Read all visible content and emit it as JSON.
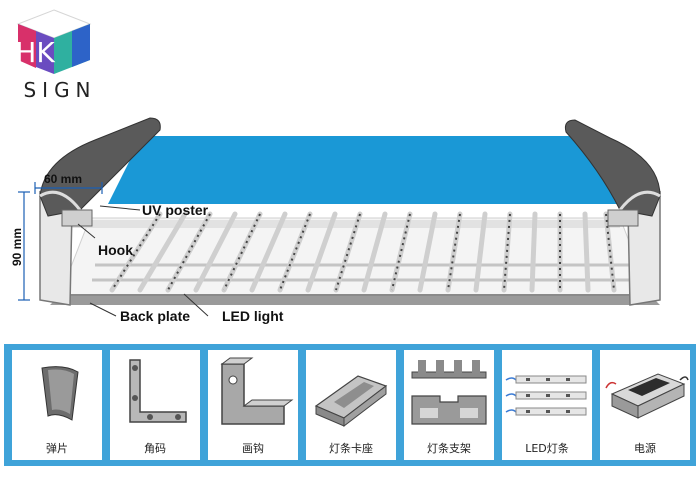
{
  "brand": {
    "logo_letters": "HK",
    "name": "SIGN"
  },
  "diagram": {
    "dimension_width": "60 mm",
    "dimension_height": "90 mm",
    "labels": {
      "uv_poster": "UV poster",
      "hook": "Hook",
      "back_plate": "Back plate",
      "led_light": "LED light"
    }
  },
  "parts": [
    {
      "label": "弹片",
      "icon": "spring-clip-icon"
    },
    {
      "label": "角码",
      "icon": "corner-bracket-icon"
    },
    {
      "label": "画钩",
      "icon": "picture-hook-icon"
    },
    {
      "label": "灯条卡座",
      "icon": "strip-holder-icon"
    },
    {
      "label": "灯条支架",
      "icon": "strip-bracket-icon"
    },
    {
      "label": "LED灯条",
      "icon": "led-strip-icon"
    },
    {
      "label": "电源",
      "icon": "power-supply-icon"
    }
  ],
  "colors": {
    "poster_blue": "#1a98d6",
    "band_blue": "#3fa3d9",
    "frame_dark": "#5a5a5a",
    "logo_red": "#e0342d",
    "logo_green": "#3cb044",
    "logo_blue": "#2d63c8"
  }
}
